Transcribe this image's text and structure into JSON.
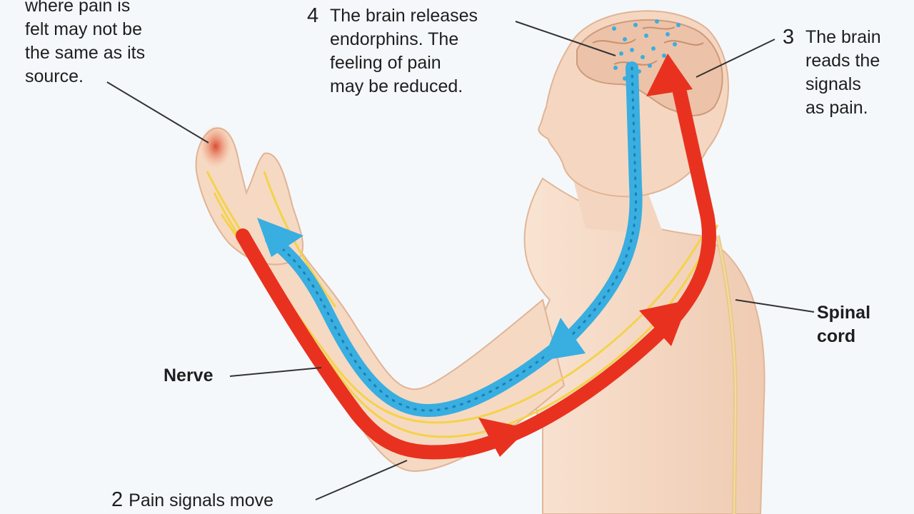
{
  "labels": {
    "step1": {
      "lines": [
        "where pain is",
        "felt may not be",
        "the same as its",
        "source."
      ]
    },
    "step2": {
      "number": "2",
      "text": "Pain signals move"
    },
    "step3": {
      "number": "3",
      "lines": [
        "The brain",
        "reads the",
        "signals",
        "as pain."
      ]
    },
    "step4": {
      "number": "4",
      "lines": [
        "The brain releases",
        "endorphins. The",
        "feeling of pain",
        "may be reduced."
      ]
    },
    "nerve": "Nerve",
    "spinal_cord": {
      "lines": [
        "Spinal",
        "cord"
      ]
    }
  },
  "colors": {
    "background": "#f4f8fb",
    "skin": "#f6d9c3",
    "skin_shadow": "#e8bfa3",
    "pain_signal": "#e8321f",
    "endorphin": "#39aee0",
    "nerve": "#f3d34a",
    "brain": "#ecc3a8",
    "pain_source": "#e0542e",
    "leader": "#333333"
  }
}
